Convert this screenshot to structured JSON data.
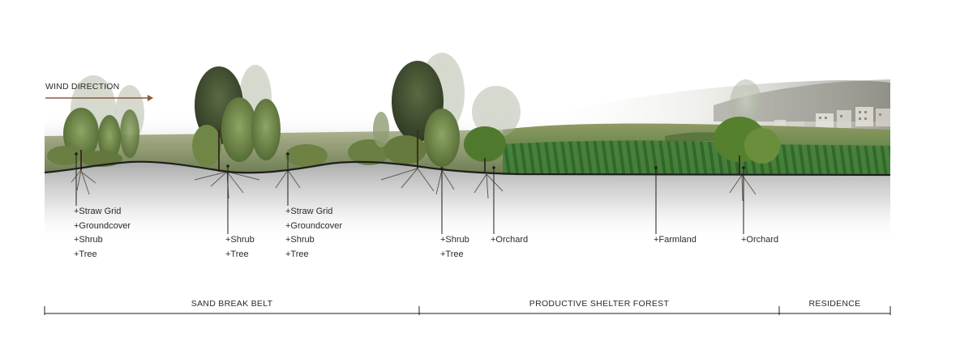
{
  "wind": {
    "label": "WIND DIRECTION"
  },
  "annotations": [
    {
      "id": "ann-1",
      "lines": [
        "+Straw Grid",
        "+Groundcover",
        "+Shrub",
        "+Tree"
      ]
    },
    {
      "id": "ann-2",
      "lines": [
        "+Shrub",
        "+Tree"
      ]
    },
    {
      "id": "ann-3",
      "lines": [
        "+Straw Grid",
        "+Groundcover",
        "+Shrub",
        "+Tree"
      ]
    },
    {
      "id": "ann-4",
      "lines": [
        "+Shrub",
        "+Tree"
      ]
    },
    {
      "id": "ann-5",
      "lines": [
        "+Orchard"
      ]
    },
    {
      "id": "ann-6",
      "lines": [
        "+Farmland"
      ]
    },
    {
      "id": "ann-7",
      "lines": [
        "+Orchard"
      ]
    }
  ],
  "zones": [
    {
      "label": "SAND BREAK BELT"
    },
    {
      "label": "PRODUCTIVE SHELTER FOREST"
    },
    {
      "label": "RESIDENCE"
    }
  ],
  "colors": {
    "arrow": "#8a5a3a",
    "ground_line": "#1e1e1e",
    "crop_green": "#3f7a35",
    "tree_green": "#6f8a4a"
  }
}
